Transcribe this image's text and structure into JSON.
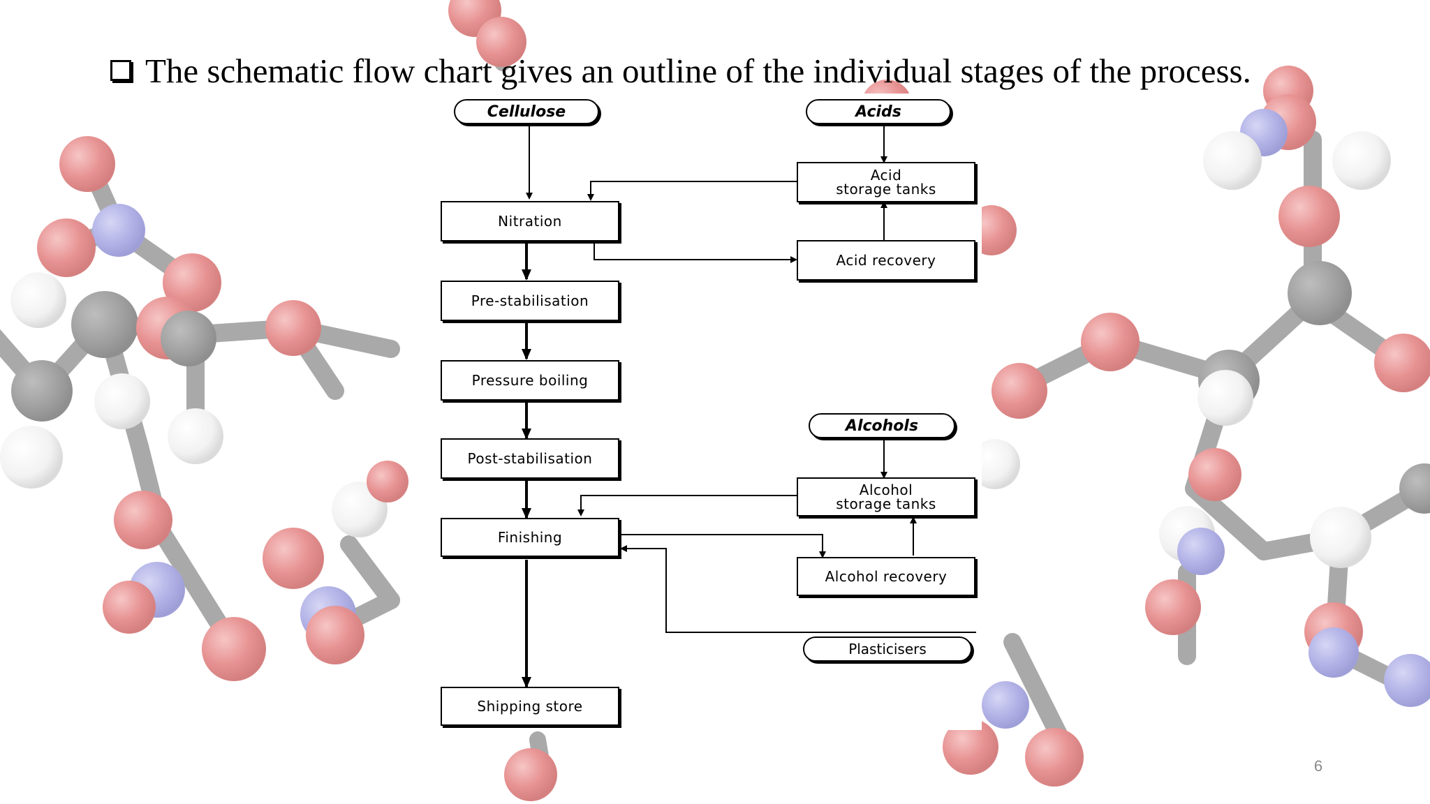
{
  "slide": {
    "heading": "The schematic flow chart gives an outline of the individual stages of the process.",
    "page_number": "6"
  },
  "flowchart": {
    "inputs": {
      "cellulose": "Cellulose",
      "acids": "Acids",
      "alcohols": "Alcohols",
      "plasticisers": "Plasticisers"
    },
    "stages": {
      "nitration": "Nitration",
      "pre_stabilisation": "Pre-stabilisation",
      "pressure_boiling": "Pressure boiling",
      "post_stabilisation": "Post-stabilisation",
      "finishing": "Finishing",
      "shipping_store": "Shipping store"
    },
    "side": {
      "acid_storage_1": "Acid",
      "acid_storage_2": "storage tanks",
      "acid_recovery": "Acid recovery",
      "alcohol_storage_1": "Alcohol",
      "alcohol_storage_2": "storage tanks",
      "alcohol_recovery": "Alcohol recovery"
    }
  }
}
